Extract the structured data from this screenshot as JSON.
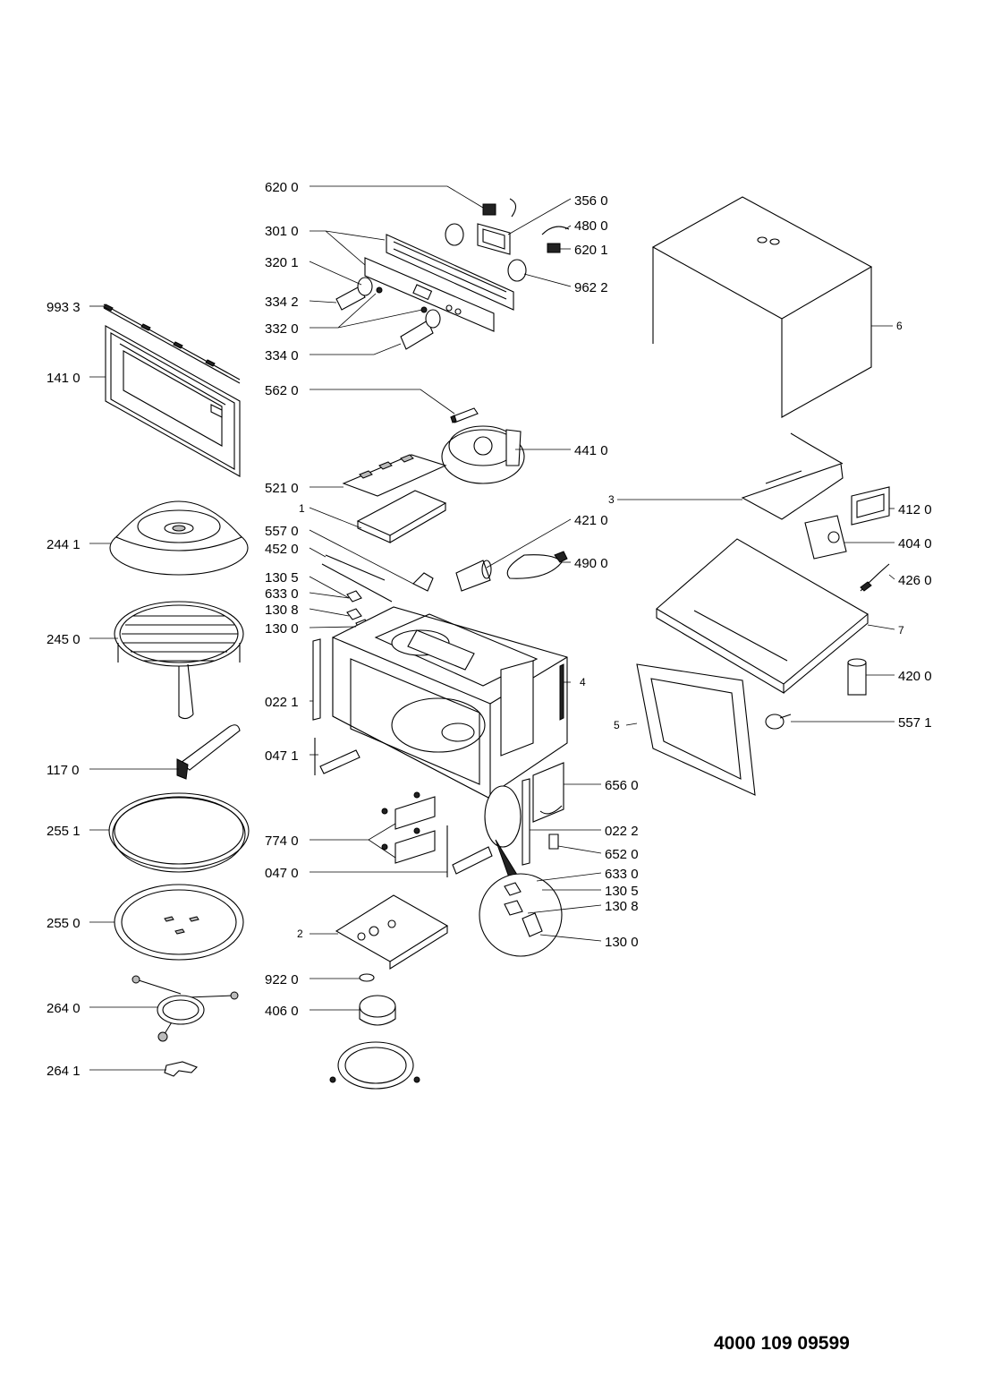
{
  "document_number": "4000 109 09599",
  "callouts": {
    "c6200": "620 0",
    "c3560": "356 0",
    "c4800": "480 0",
    "c3010": "301 0",
    "c6201": "620 1",
    "c3201": "320 1",
    "c9622": "962 2",
    "c3342": "334 2",
    "c9933": "993 3",
    "c3320": "332 0",
    "c3340": "334 0",
    "c1410": "141 0",
    "c5620": "562 0",
    "c4410": "441 0",
    "c5210": "521 0",
    "c1a": "1",
    "c3": "3",
    "c4120": "412 0",
    "c2441": "244 1",
    "c5570": "557 0",
    "c4210": "421 0",
    "c4040": "404 0",
    "c4520": "452 0",
    "c4900": "490 0",
    "c1305": "130 5",
    "c6330": "633 0",
    "c4260": "426 0",
    "c1308": "130 8",
    "c2450": "245 0",
    "c1300": "130 0",
    "c7": "7",
    "c4": "4",
    "c0221": "022 1",
    "c4200": "420 0",
    "c5": "5",
    "c5571": "557 1",
    "c0471": "047 1",
    "c1170": "117 0",
    "c6560": "656 0",
    "c2551": "255 1",
    "c7740": "774 0",
    "c0222": "022 2",
    "c6520": "652 0",
    "c0470": "047 0",
    "c6330b": "633 0",
    "c1305b": "130 5",
    "c1308b": "130 8",
    "c2550": "255 0",
    "c2": "2",
    "c1300b": "130 0",
    "c9220": "922 0",
    "c2640": "264 0",
    "c4060": "406 0",
    "c2641": "264 1",
    "c6": "6"
  }
}
